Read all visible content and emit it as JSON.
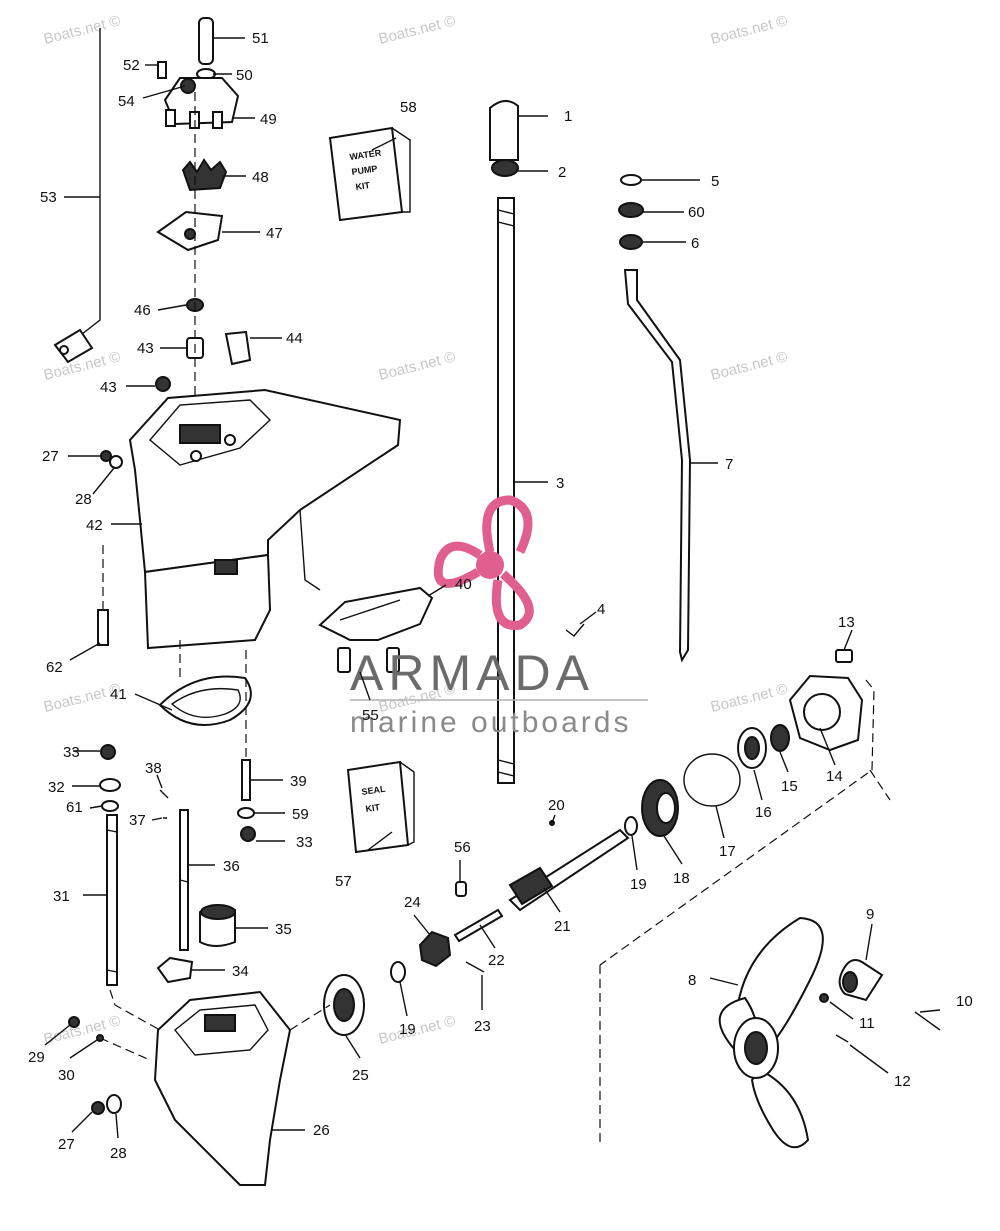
{
  "diagram": {
    "watermark": "Boats.net ©",
    "logo": {
      "name": "ARMADA",
      "tagline": "marine outboards",
      "accent_color": "#e05f8e"
    },
    "kits": {
      "water_pump_kit": [
        "WATER",
        "PUMP",
        "KIT"
      ],
      "seal_kit": [
        "SEAL",
        "KIT"
      ]
    },
    "parts": {
      "p1": "1",
      "p2": "2",
      "p3": "3",
      "p4": "4",
      "p5": "5",
      "p6": "6",
      "p7": "7",
      "p8": "8",
      "p9": "9",
      "p10": "10",
      "p11": "11",
      "p12": "12",
      "p13": "13",
      "p14": "14",
      "p15": "15",
      "p16": "16",
      "p17": "17",
      "p18": "18",
      "p19a": "19",
      "p19b": "19",
      "p20": "20",
      "p21": "21",
      "p22": "22",
      "p23": "23",
      "p24": "24",
      "p25": "25",
      "p26": "26",
      "p27a": "27",
      "p27b": "27",
      "p28a": "28",
      "p28b": "28",
      "p29": "29",
      "p30": "30",
      "p31": "31",
      "p32": "32",
      "p33a": "33",
      "p33b": "33",
      "p34": "34",
      "p35": "35",
      "p36": "36",
      "p37": "37",
      "p38": "38",
      "p39": "39",
      "p40": "40",
      "p41": "41",
      "p42": "42",
      "p43a": "43",
      "p43b": "43",
      "p44": "44",
      "p46": "46",
      "p47": "47",
      "p48": "48",
      "p49": "49",
      "p50": "50",
      "p51": "51",
      "p52": "52",
      "p53": "53",
      "p54": "54",
      "p55": "55",
      "p56": "56",
      "p57": "57",
      "p58": "58",
      "p59": "59",
      "p60": "60",
      "p61": "61",
      "p62": "62"
    }
  }
}
